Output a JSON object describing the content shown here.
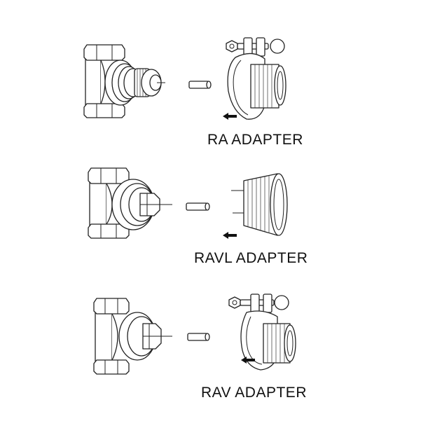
{
  "diagram": {
    "rows": [
      {
        "label": "RA ADAPTER"
      },
      {
        "label": "RAVL ADAPTER"
      },
      {
        "label": "RAV ADAPTER"
      }
    ]
  }
}
